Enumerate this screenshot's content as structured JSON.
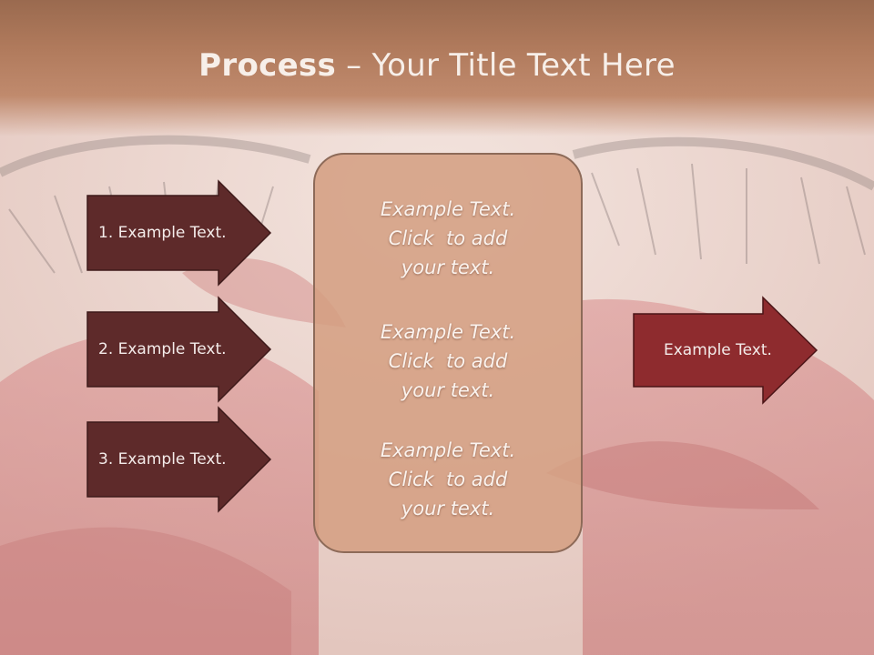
{
  "slide": {
    "title_bold": "Process",
    "title_rest": " – Your Title Text Here"
  },
  "left_arrows": [
    {
      "label": "1. Example Text."
    },
    {
      "label": "2. Example Text."
    },
    {
      "label": "3. Example Text."
    }
  ],
  "center_panel": {
    "blocks": [
      {
        "line1": "Example Text.",
        "line2": "Click  to add",
        "line3": "your text."
      },
      {
        "line1": "Example Text.",
        "line2": "Click  to add",
        "line3": "your text."
      },
      {
        "line1": "Example Text.",
        "line2": "Click  to add",
        "line3": "your text."
      }
    ]
  },
  "right_arrow": {
    "label": "Example Text."
  },
  "colors": {
    "left_arrow_fill": "#5e2a2a",
    "right_arrow_fill": "#8e2b2e",
    "panel_fill": "#d49e80",
    "title_band": "#b07a5c"
  }
}
